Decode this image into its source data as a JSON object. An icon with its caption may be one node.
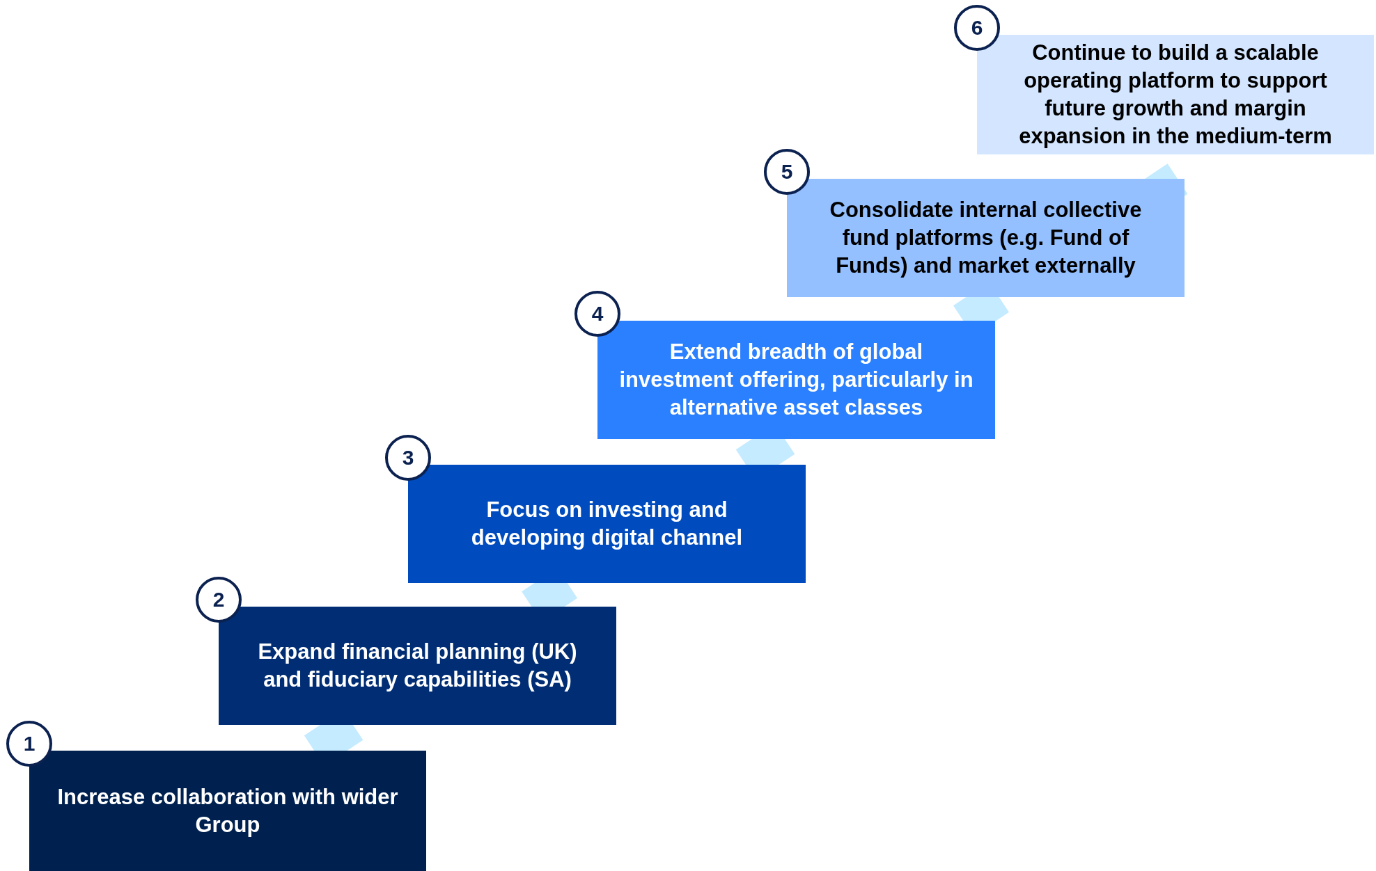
{
  "diagram": {
    "nodes": [
      {
        "text": [
          "1",
          "Increase collaboration with wider Group"
        ]
      },
      {
        "text": [
          "2",
          "Expand financial planning (UK) and fiduciary capabilities (SA)"
        ]
      },
      {
        "text": [
          "3",
          "Focus on investing and developing digital channel"
        ]
      },
      {
        "text": [
          "4",
          "Extend breadth of global investment offering, particularly in alternative asset classes"
        ]
      },
      {
        "text": [
          "5",
          "Consolidate internal collective fund platforms (e.g. Fund of Funds) and market externally"
        ]
      },
      {
        "text": [
          "6",
          "Continue to build a scalable operating platform to support future growth and margin expansion in the medium-term"
        ]
      }
    ],
    "edges": [
      {
        "from": 0,
        "to": 1,
        "arrow": "none"
      },
      {
        "from": 1,
        "to": 2,
        "arrow": "none"
      },
      {
        "from": 2,
        "to": 3,
        "arrow": "none"
      },
      {
        "from": 3,
        "to": 4,
        "arrow": "none"
      },
      {
        "from": 4,
        "to": 5,
        "arrow": "to"
      }
    ]
  }
}
